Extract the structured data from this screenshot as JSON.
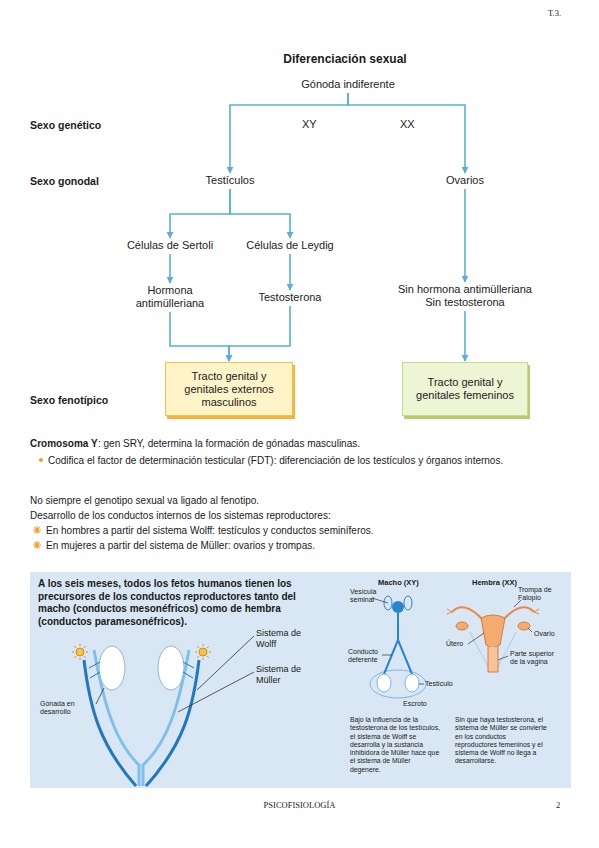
{
  "diagram": {
    "title": "Diferenciación sexual",
    "nodes": [
      {
        "text": [
          "Gónoda indiferente"
        ]
      },
      {
        "text": [
          "Testículos"
        ]
      },
      {
        "text": [
          "Ovarios"
        ]
      },
      {
        "text": [
          "Células de Sertoli"
        ]
      },
      {
        "text": [
          "Células de Leydig"
        ]
      },
      {
        "text": [
          "Hormona antimülleriana"
        ]
      },
      {
        "text": [
          "Testosterona"
        ]
      },
      {
        "text": [
          "Sin hormona antimülleriana",
          "Sin testosterona"
        ]
      },
      {
        "text": [
          "Tracto genital y genitales externos masculinos"
        ]
      },
      {
        "text": [
          "Tracto genital y genitales femeninos"
        ]
      }
    ],
    "edges": [
      {
        "from": 0,
        "to": 1,
        "arrow": "to",
        "label": "XY"
      },
      {
        "from": 0,
        "to": 2,
        "arrow": "to",
        "label": "XX"
      },
      {
        "from": 1,
        "to": 3,
        "arrow": "to"
      },
      {
        "from": 1,
        "to": 4,
        "arrow": "to"
      },
      {
        "from": 3,
        "to": 5,
        "arrow": "to"
      },
      {
        "from": 4,
        "to": 6,
        "arrow": "to"
      },
      {
        "from": 5,
        "to": 8,
        "arrow": "to"
      },
      {
        "from": 6,
        "to": 8,
        "arrow": "to"
      },
      {
        "from": 2,
        "to": 7,
        "arrow": "to"
      },
      {
        "from": 7,
        "to": 9,
        "arrow": "to"
      }
    ],
    "labels": [
      "T.3.",
      "Sexo genético",
      "Sexo gonodal",
      "Sexo fenotípico",
      "Cromosoma Y",
      ": gen SRY, determina la formación de gónadas masculinas.",
      "Codifica el factor de determinación testicular (FDT): diferenciación de los testículos y órganos internos.",
      "No siempre el genotipo sexual va ligado al fenotipo.",
      "Desarrollo de los conductos internos de los sistemas reproductores:",
      "En hombres a partir del sistema Wolff: testículos y conductos seminíferos.",
      "En mujeres a partir del sistema de Müller: ovarios y trompas.",
      "A los seis meses, todos los fetos humanos tienen los precursores de los conductos reproductores tanto del macho (conductos mesonéfricos) como de hembra (conductos paramesonéfricos).",
      "Gónada en desarrollo",
      "Sistema de Wolff",
      "Sistema de Müller",
      "Macho (XY)",
      "Hembra (XX)",
      "Vesícula seminal",
      "Trompa de Falopio",
      "Útero",
      "Ovario",
      "Conducto deferente",
      "Parte superior de la vagina",
      "Testículo",
      "Escroto",
      "Bajo la influencia de la testosterona de los testículos, el sistema de Wolff se desarrolla y la sustancia inhibidora de Müller hace que el sistema de Müller degenere.",
      "Sin que haya testosterona, el sistema de Müller se convierte en los conductos reproductores femeninos y el sistema de Wolff no llega a desarrollarse.",
      "PSICOFISIOLOGÍA",
      "2"
    ]
  }
}
